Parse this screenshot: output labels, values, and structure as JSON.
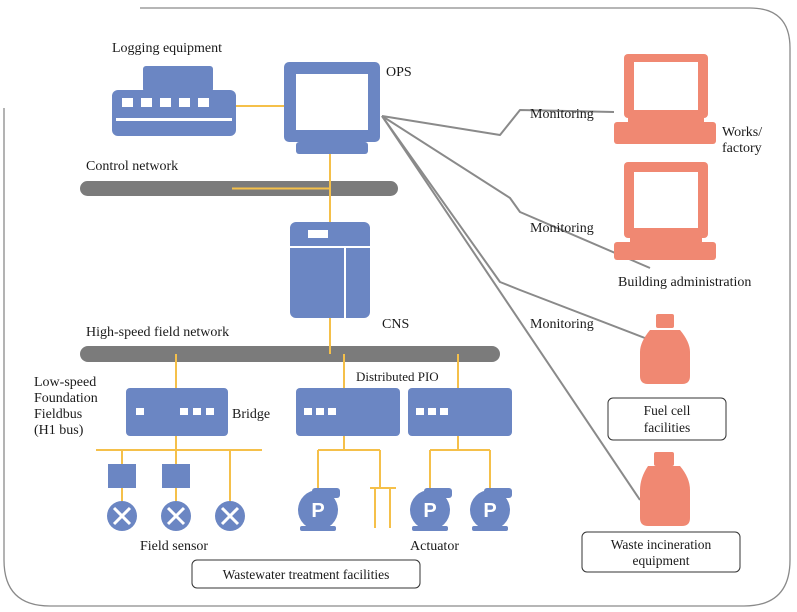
{
  "colors": {
    "blue": "#6b86c3",
    "salmon": "#f08872",
    "link": "#f5c04a",
    "bus": "#7b7b7b",
    "border": "#8a8a8a"
  },
  "labels": {
    "logging": "Logging equipment",
    "ops": "OPS",
    "control_network": "Control network",
    "cns": "CNS",
    "hs_network": "High-speed field network",
    "ls_line1": "Low-speed",
    "ls_line2": "Foundation",
    "ls_line3": "Fieldbus",
    "ls_line4": "(H1 bus)",
    "bridge": "Bridge",
    "dist_pio": "Distributed PIO",
    "field_sensor": "Field sensor",
    "actuator": "Actuator",
    "wastewater": "Wastewater treatment facilities",
    "monitoring1": "Monitoring",
    "monitoring2": "Monitoring",
    "monitoring3": "Monitoring",
    "works_line1": "Works/",
    "works_line2": "factory",
    "building": "Building administration",
    "fuel_line1": "Fuel cell",
    "fuel_line2": "facilities",
    "waste_line1": "Waste incineration",
    "waste_line2": "equipment",
    "pump_letter": "P"
  },
  "icons": {
    "printer": "printer-icon",
    "monitor": "monitor-icon",
    "server": "server-tower-icon",
    "computer": "computer-icon",
    "tank": "tank-icon",
    "pump": "pump-icon",
    "sensor": "sensor-cross-icon"
  }
}
